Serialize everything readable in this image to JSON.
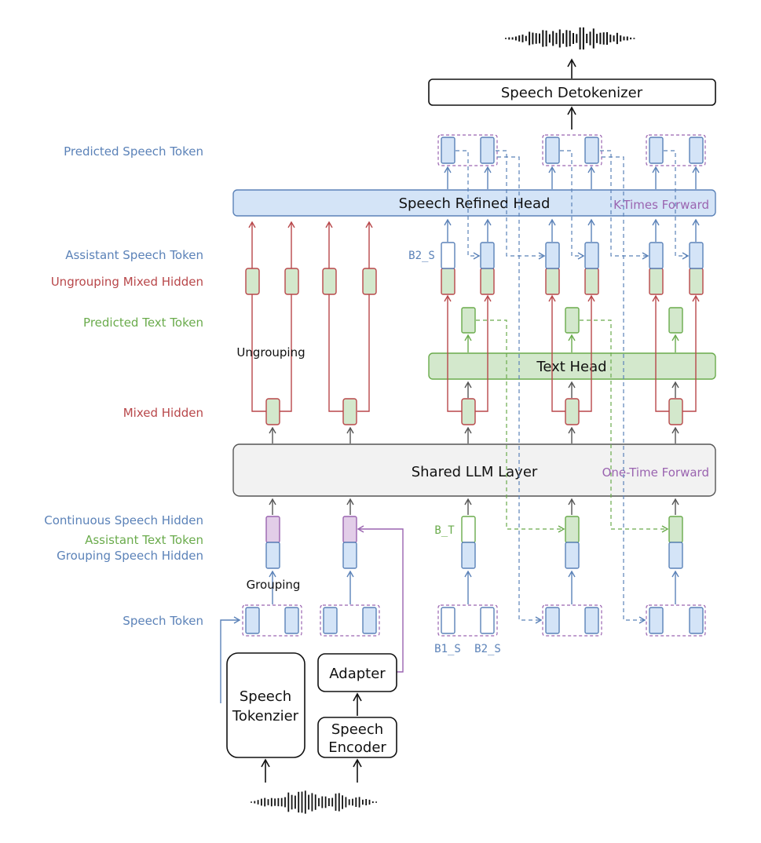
{
  "labels": {
    "predicted_speech_token": "Predicted Speech Token",
    "assistant_speech_token": "Assistant Speech Token",
    "ungrouping_mixed_hidden": "Ungrouping Mixed Hidden",
    "predicted_text_token": "Predicted Text Token",
    "mixed_hidden": "Mixed Hidden",
    "continuous_speech_hidden": "Continuous Speech Hidden",
    "assistant_text_token": "Assistant Text Token",
    "grouping_speech_hidden": "Grouping Speech Hidden",
    "speech_token": "Speech Token"
  },
  "blocks": {
    "speech_detokenizer": "Speech Detokenizer",
    "speech_refined_head": "Speech Refined Head",
    "k_times_forward": "K-Times Forward",
    "text_head": "Text Head",
    "shared_llm_layer": "Shared LLM Layer",
    "one_time_forward": "One-Time Forward",
    "adapter": "Adapter",
    "speech_encoder_line1": "Speech",
    "speech_encoder_line2": "Encoder",
    "speech_tokenizer_line1": "Speech",
    "speech_tokenizer_line2": "Tokenzier"
  },
  "annotations": {
    "ungrouping": "Ungrouping",
    "grouping": "Grouping",
    "b2_s_top": "B2_S",
    "b_t": "B_T",
    "b1_s": "B1_S",
    "b2_s_bottom": "B2_S"
  },
  "colors": {
    "speech_blue": "#5b82b8",
    "speech_fill": "#d4e4f7",
    "mixed_red": "#b8474a",
    "text_green": "#6aab4c",
    "text_fill": "#d3e8cc",
    "purple": "#9a64b0",
    "purple_fill": "#e2cde8",
    "gray": "#555555",
    "llm_fill": "#f2f2f2"
  }
}
